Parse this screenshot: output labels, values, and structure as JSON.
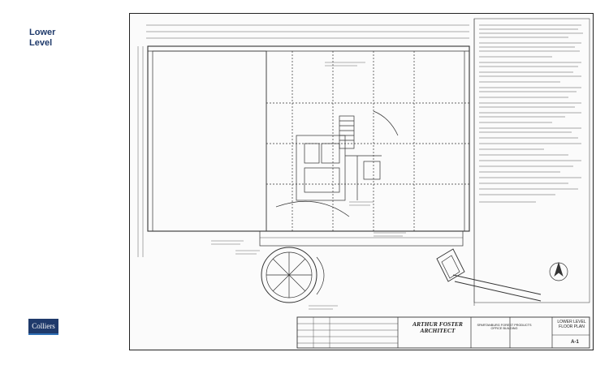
{
  "page": {
    "title": "Lower Level",
    "logo_text": "Colliers"
  },
  "drawing": {
    "architect": "ARTHUR FOSTER ARCHITECT",
    "project": "SPARTANBURG FOREST PRODUCTS OFFICE BUILDING",
    "sheet_title": "LOWER LEVEL FLOOR PLAN",
    "sheet_number": "A-1"
  },
  "colors": {
    "title_blue": "#1f3a6b",
    "logo_accent": "#2f6fb5",
    "ink": "#222222"
  }
}
